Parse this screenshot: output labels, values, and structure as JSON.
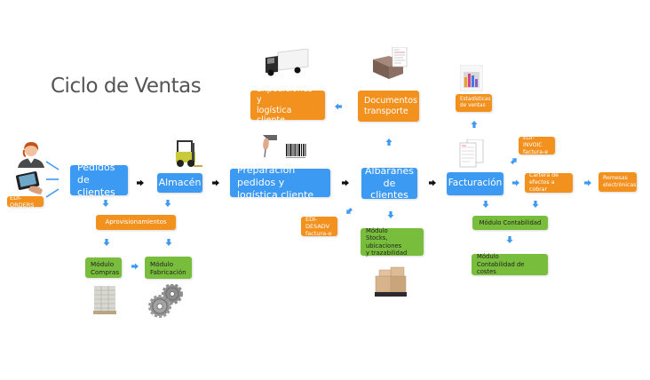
{
  "title": "Ciclo de Ventas",
  "colors": {
    "blue": "#3d9af2",
    "orange": "#f3911f",
    "green": "#79bd3c",
    "arrow_blue": "#3d9af2",
    "arrow_black": "#111111",
    "title": "#555555"
  },
  "nodes": {
    "edi_orders": "EDI-ORDERS",
    "pedidos": [
      "Pedidos",
      "de clientes"
    ],
    "almacen": "Almacén",
    "aprovisionamientos": "Aprovisionamientos",
    "modulo_compras": [
      "Módulo",
      "Compras"
    ],
    "modulo_fabricacion": [
      "Módulo",
      "Fabricación"
    ],
    "preparacion": [
      "Preparación pedidos y",
      "logística cliente"
    ],
    "expediciones": [
      "Expediciones y",
      "logística cliente"
    ],
    "documentos": [
      "Documentos",
      "transporte"
    ],
    "albaranes": [
      "Albaranes",
      "de clientes"
    ],
    "edi_desadv": [
      "EDI-DESADV",
      "factura-e"
    ],
    "modulo_stocks": [
      "Módulo",
      "Stocks, ubicaciones",
      "y trazabilidad"
    ],
    "estadisticas": [
      "Estadísticas",
      "de ventas"
    ],
    "edi_invoic": [
      "EDI-INVOIC",
      "factura-e"
    ],
    "facturacion": "Facturación",
    "cartera": [
      "Cartera de",
      "efectos a cobrar"
    ],
    "remesas": [
      "Remesas",
      "electrónicas"
    ],
    "modulo_contabilidad": "Módulo Contabilidad",
    "modulo_costes": [
      "Módulo",
      "Contabilidad de costes"
    ]
  },
  "icons": [
    "customer-service-agent-icon",
    "tablet-icon",
    "forklift-icon",
    "sacks-pallet-icon",
    "gears-icon",
    "barcode-scanner-icon",
    "barcode-icon",
    "truck-icon",
    "box-with-document-icon",
    "bar-chart-icon",
    "invoice-documents-icon",
    "boxes-pallet-icon"
  ]
}
